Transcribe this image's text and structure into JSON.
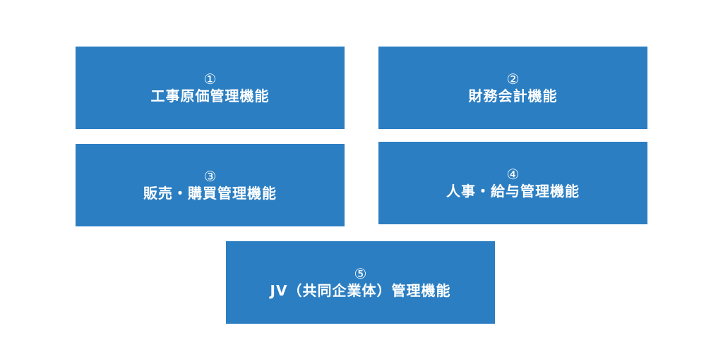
{
  "modules": [
    {
      "number": "①",
      "label": "工事原価管理機能"
    },
    {
      "number": "②",
      "label": "財務会計機能"
    },
    {
      "number": "③",
      "label": "販売・購買管理機能"
    },
    {
      "number": "④",
      "label": "人事・給与管理機能"
    },
    {
      "number": "⑤",
      "label": "JV（共同企業体）管理機能"
    }
  ],
  "colors": {
    "box_fill": "#2b7ec2",
    "text": "#ffffff",
    "background": "#ffffff"
  }
}
